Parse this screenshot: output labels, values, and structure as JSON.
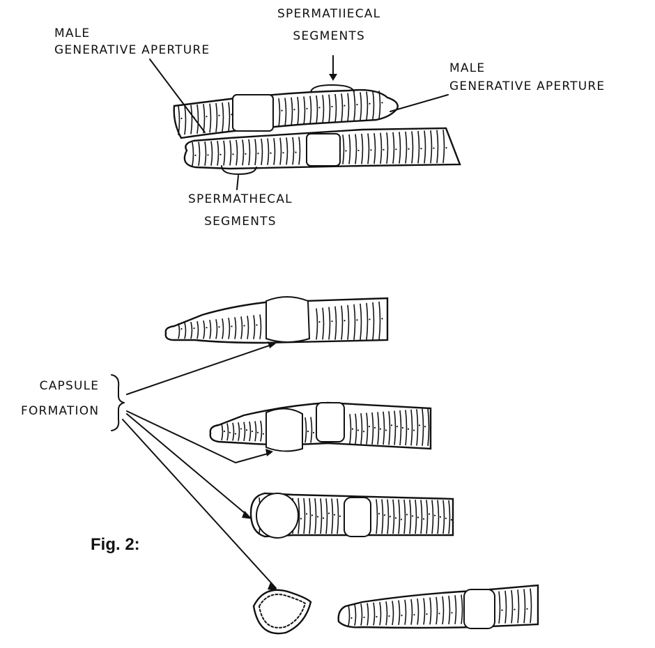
{
  "labels": {
    "male_aperture_top": [
      "MALE",
      "GENERATIVE APERTURE"
    ],
    "spermathecal_top": [
      "SPERMATIIECAL",
      "SEGMENTS"
    ],
    "male_aperture_right": [
      "MALE",
      "GENERATIVE APERTURE"
    ],
    "spermathecal_bottom": [
      "SPERMATHECAL",
      "SEGMENTS"
    ],
    "capsule": [
      "CAPSULE",
      "FORMATION"
    ]
  },
  "caption": "Fig. 2:",
  "colors": {
    "ink": "#111111",
    "paper": "#ffffff"
  }
}
